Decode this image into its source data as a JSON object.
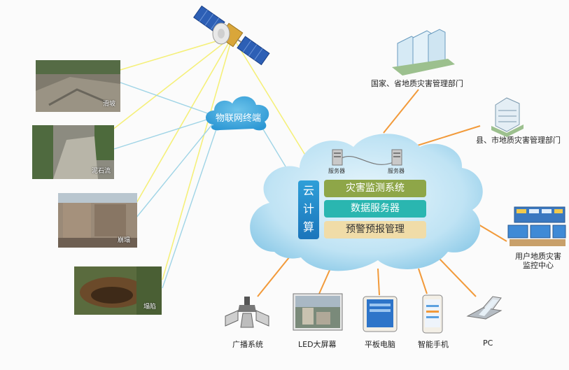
{
  "iot_terminal": "物联网终端",
  "photos": [
    {
      "id": "landslide",
      "caption": "滑坡"
    },
    {
      "id": "debris-flow",
      "caption": "泥石流"
    },
    {
      "id": "collapse",
      "caption": "崩塌"
    },
    {
      "id": "subsidence",
      "caption": "塌陷"
    }
  ],
  "agencies": {
    "national_provincial": "国家、省地质灾害管理部门",
    "county_city": "县、市地质灾害管理部门"
  },
  "monitor_center": {
    "line1": "用户地质灾害",
    "line2": "监控中心"
  },
  "cloud": {
    "server_left": "服务器",
    "server_right": "服务器",
    "compute": "云计算",
    "compute_chars": [
      "云",
      "计",
      "算"
    ],
    "systems": [
      "灾害监测系统",
      "数据服务器",
      "预警预报管理"
    ]
  },
  "terminals": [
    "广播系统",
    "LED大屏幕",
    "平板电脑",
    "智能手机",
    "PC"
  ],
  "colors": {
    "yellow_link": "#f5f07a",
    "blue_link": "#9fd4e6",
    "orange_link": "#f29a3a",
    "bar1": "#8ea648",
    "bar2": "#2ab6b0",
    "bar3": "#f0dca8"
  }
}
